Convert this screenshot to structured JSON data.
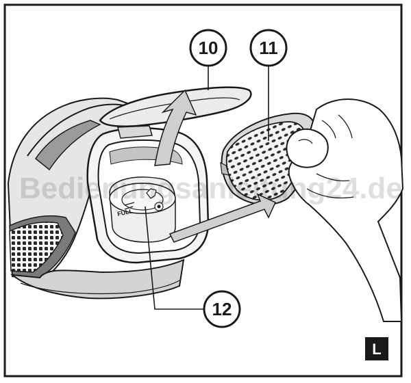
{
  "callouts": [
    {
      "id": "10",
      "label": "10"
    },
    {
      "id": "11",
      "label": "11"
    },
    {
      "id": "12",
      "label": "12"
    }
  ],
  "indicator_label": "FULL",
  "page_marker": "L",
  "watermark": "Bedienungsanleitung24.de",
  "colors": {
    "line": "#1a1a1a",
    "shade_dark": "#6e6e6e",
    "shade_mid": "#bdbdbd",
    "shade_light": "#e2e2e2",
    "background": "#ffffff"
  }
}
